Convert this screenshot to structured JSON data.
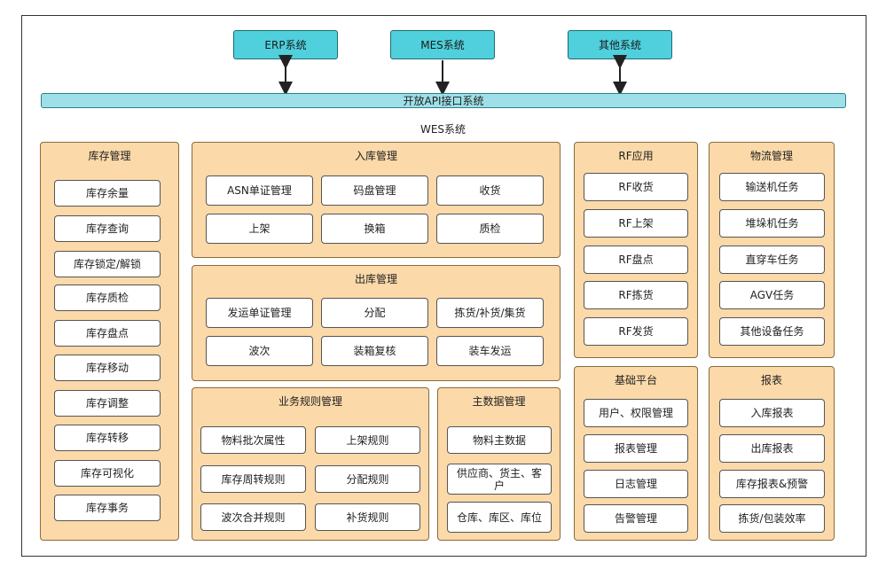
{
  "external_systems": {
    "erp": "ERP系统",
    "mes": "MES系统",
    "other": "其他系统"
  },
  "api_bar": "开放API接口系统",
  "wes_label": "WES系统",
  "inventory": {
    "title": "库存管理",
    "items": [
      "库存余量",
      "库存查询",
      "库存锁定/解锁",
      "库存质检",
      "库存盘点",
      "库存移动",
      "库存调整",
      "库存转移",
      "库存可视化",
      "库存事务"
    ]
  },
  "inbound": {
    "title": "入库管理",
    "items": [
      "ASN单证管理",
      "码盘管理",
      "收货",
      "上架",
      "换箱",
      "质检"
    ]
  },
  "outbound": {
    "title": "出库管理",
    "items": [
      "发运单证管理",
      "分配",
      "拣货/补货/集货",
      "波次",
      "装箱复核",
      "装车发运"
    ]
  },
  "rules": {
    "title": "业务规则管理",
    "items": [
      "物料批次属性",
      "上架规则",
      "库存周转规则",
      "分配规则",
      "波次合并规则",
      "补货规则"
    ]
  },
  "masterdata": {
    "title": "主数据管理",
    "items": [
      "物料主数据",
      "供应商、货主、客户",
      "仓库、库区、库位"
    ]
  },
  "rf": {
    "title": "RF应用",
    "items": [
      "RF收货",
      "RF上架",
      "RF盘点",
      "RF拣货",
      "RF发货"
    ]
  },
  "logistics": {
    "title": "物流管理",
    "items": [
      "输送机任务",
      "堆垛机任务",
      "直穿车任务",
      "AGV任务",
      "其他设备任务"
    ]
  },
  "platform": {
    "title": "基础平台",
    "items": [
      "用户、权限管理",
      "报表管理",
      "日志管理",
      "告警管理"
    ]
  },
  "reports": {
    "title": "报表",
    "items": [
      "入库报表",
      "出库报表",
      "库存报表&预警",
      "拣货/包装效率"
    ]
  }
}
